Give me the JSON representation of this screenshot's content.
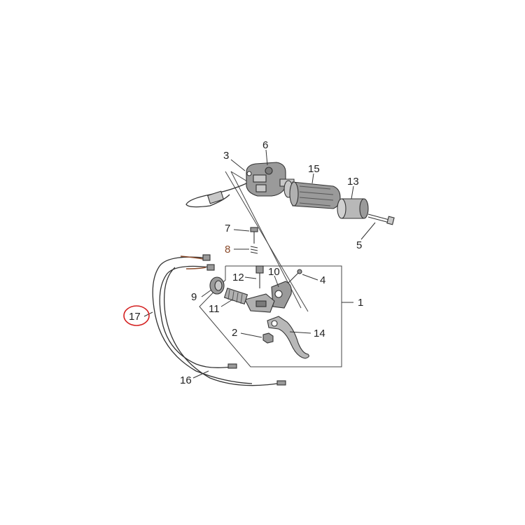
{
  "diagram": {
    "callouts": [
      {
        "id": "c1",
        "label": "1"
      },
      {
        "id": "c2",
        "label": "2"
      },
      {
        "id": "c3",
        "label": "3"
      },
      {
        "id": "c4",
        "label": "4"
      },
      {
        "id": "c5",
        "label": "5"
      },
      {
        "id": "c6",
        "label": "6"
      },
      {
        "id": "c7",
        "label": "7"
      },
      {
        "id": "c8",
        "label": "8"
      },
      {
        "id": "c9",
        "label": "9"
      },
      {
        "id": "c10",
        "label": "10"
      },
      {
        "id": "c11",
        "label": "11"
      },
      {
        "id": "c12",
        "label": "12"
      },
      {
        "id": "c13",
        "label": "13"
      },
      {
        "id": "c14",
        "label": "14"
      },
      {
        "id": "c15",
        "label": "15"
      },
      {
        "id": "c16",
        "label": "16"
      },
      {
        "id": "c17",
        "label": "17"
      }
    ],
    "highlight_color": "#d42020",
    "part_fill": "#9a9a9a",
    "part_fill_light": "#c8c8c8"
  }
}
